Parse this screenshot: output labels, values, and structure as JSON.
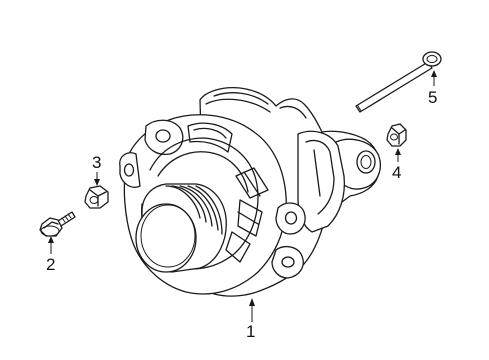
{
  "callouts": [
    {
      "id": "alternator",
      "label": "1"
    },
    {
      "id": "bolt",
      "label": "2"
    },
    {
      "id": "nut-left",
      "label": "3"
    },
    {
      "id": "nut-right",
      "label": "4"
    },
    {
      "id": "long-bolt",
      "label": "5"
    }
  ]
}
